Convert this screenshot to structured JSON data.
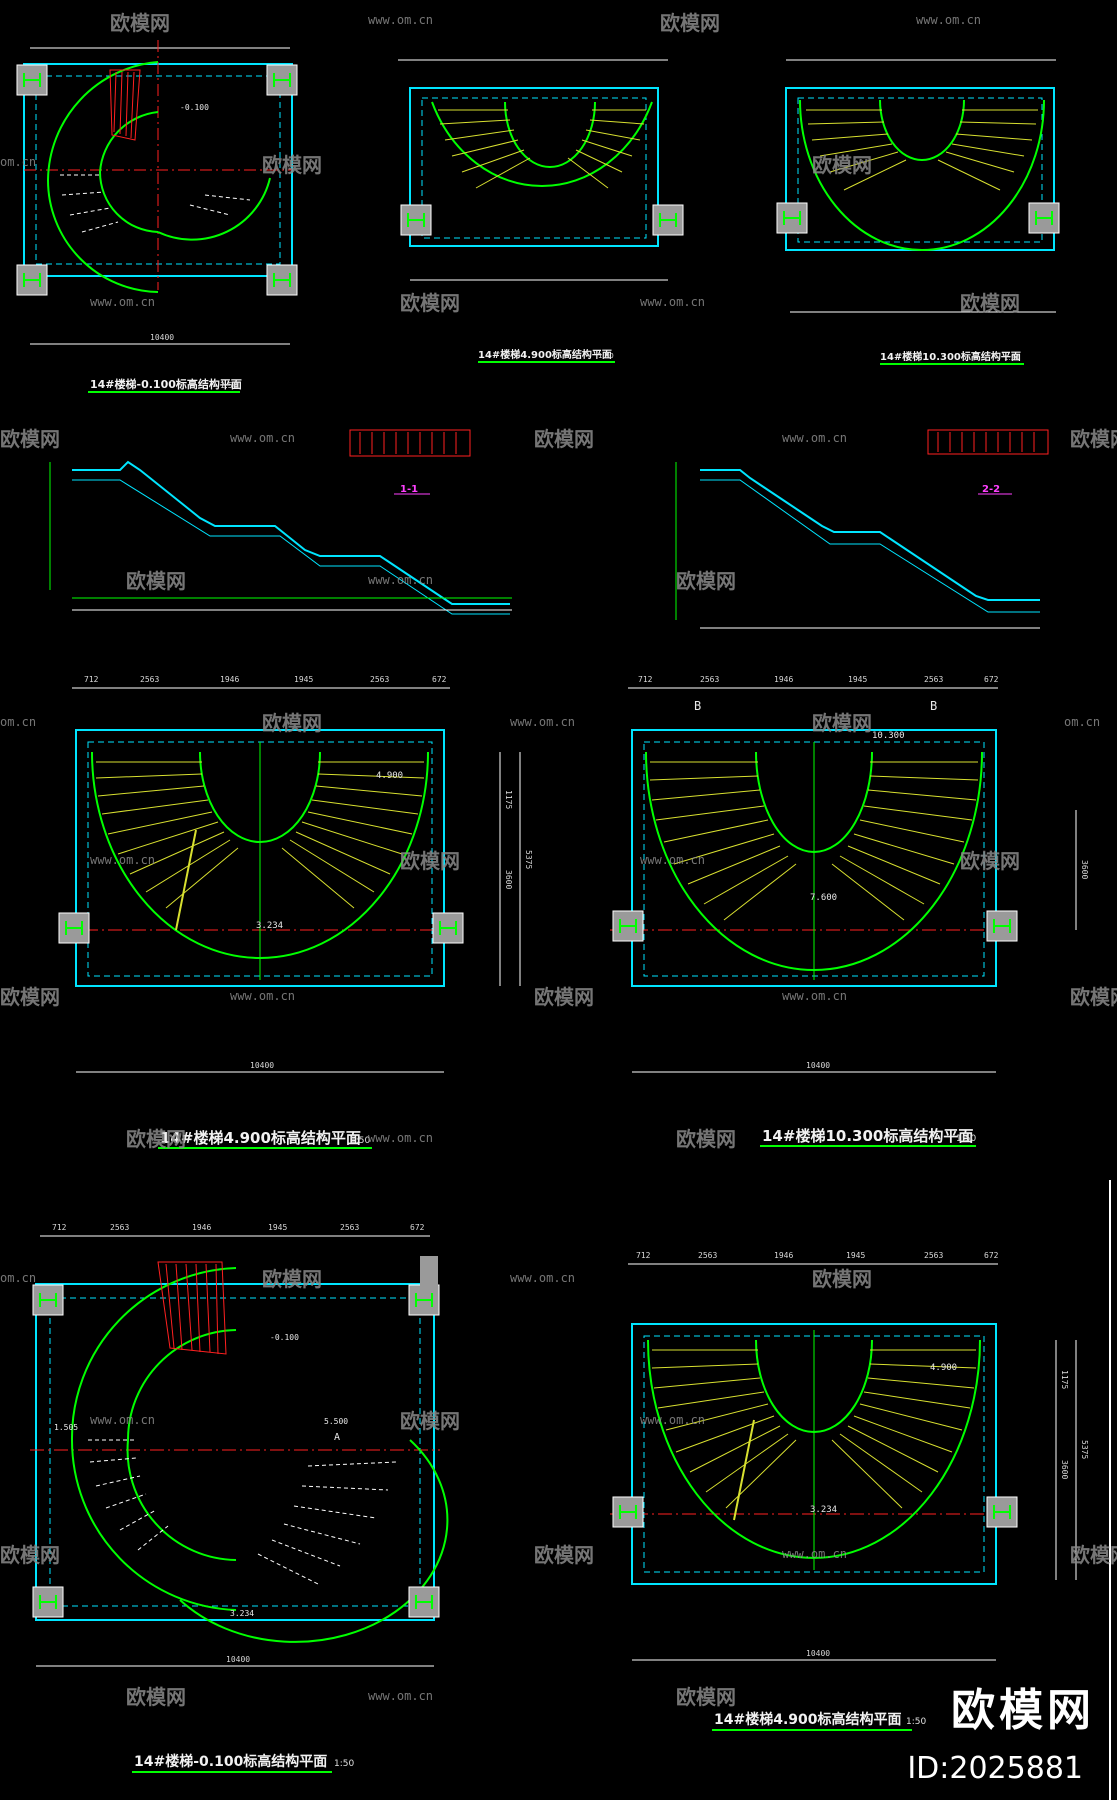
{
  "captions": {
    "p1": "14#楼梯-0.100标高结构平面",
    "p2": "14#楼梯4.900标高结构平面",
    "p3": "14#楼梯10.300标高结构平面",
    "p4": "14#楼梯4.900标高结构平面",
    "p5": "14#楼梯10.300标高结构平面",
    "p6": "14#楼梯-0.100标高结构平面",
    "p7": "14#楼梯4.900标高结构平面",
    "scale": "1:50"
  },
  "sections": {
    "s1": "1-1",
    "s2": "2-2"
  },
  "dims": {
    "d712": "712",
    "d2563": "2563",
    "d1946": "1946",
    "d1945": "1945",
    "d672": "672",
    "total": "10400",
    "d1175": "1175",
    "d5375": "5375",
    "d3600": "3600"
  },
  "elevations": {
    "e4900": "4.900",
    "e10300": "10.300",
    "e3234": "3.234",
    "e7600": "7.600",
    "em0100": "-0.100",
    "e1505": "1.505",
    "e5500": "5.500"
  },
  "markers": {
    "b": "B",
    "a": "A"
  },
  "watermark": {
    "brand_cn": "欧模网",
    "url": "www.om.cn",
    "url_partial": "om.cn",
    "id": "ID:2025881"
  },
  "colors": {
    "background": "#000000",
    "wall": "#00e5ff",
    "structure": "#00ff00",
    "steps": "#d8e030",
    "dimension": "#ffffff",
    "caption_underline": "#00ff00",
    "column": "#c8c8c8",
    "axis": "#ff2020",
    "section_mark": "#ff40ff"
  }
}
